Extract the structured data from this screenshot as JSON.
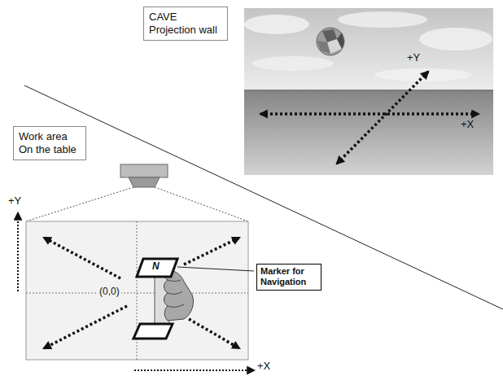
{
  "diagram": {
    "nodes": [
      {
        "text": [
          "CAVE Projection wall"
        ]
      },
      {
        "text": [
          "Work area On the table"
        ]
      },
      {
        "text": [
          "Marker for Navigation"
        ]
      }
    ],
    "labels": [
      "+Y",
      "+X",
      "+Y",
      "+X",
      "(0,0)",
      "N"
    ]
  }
}
